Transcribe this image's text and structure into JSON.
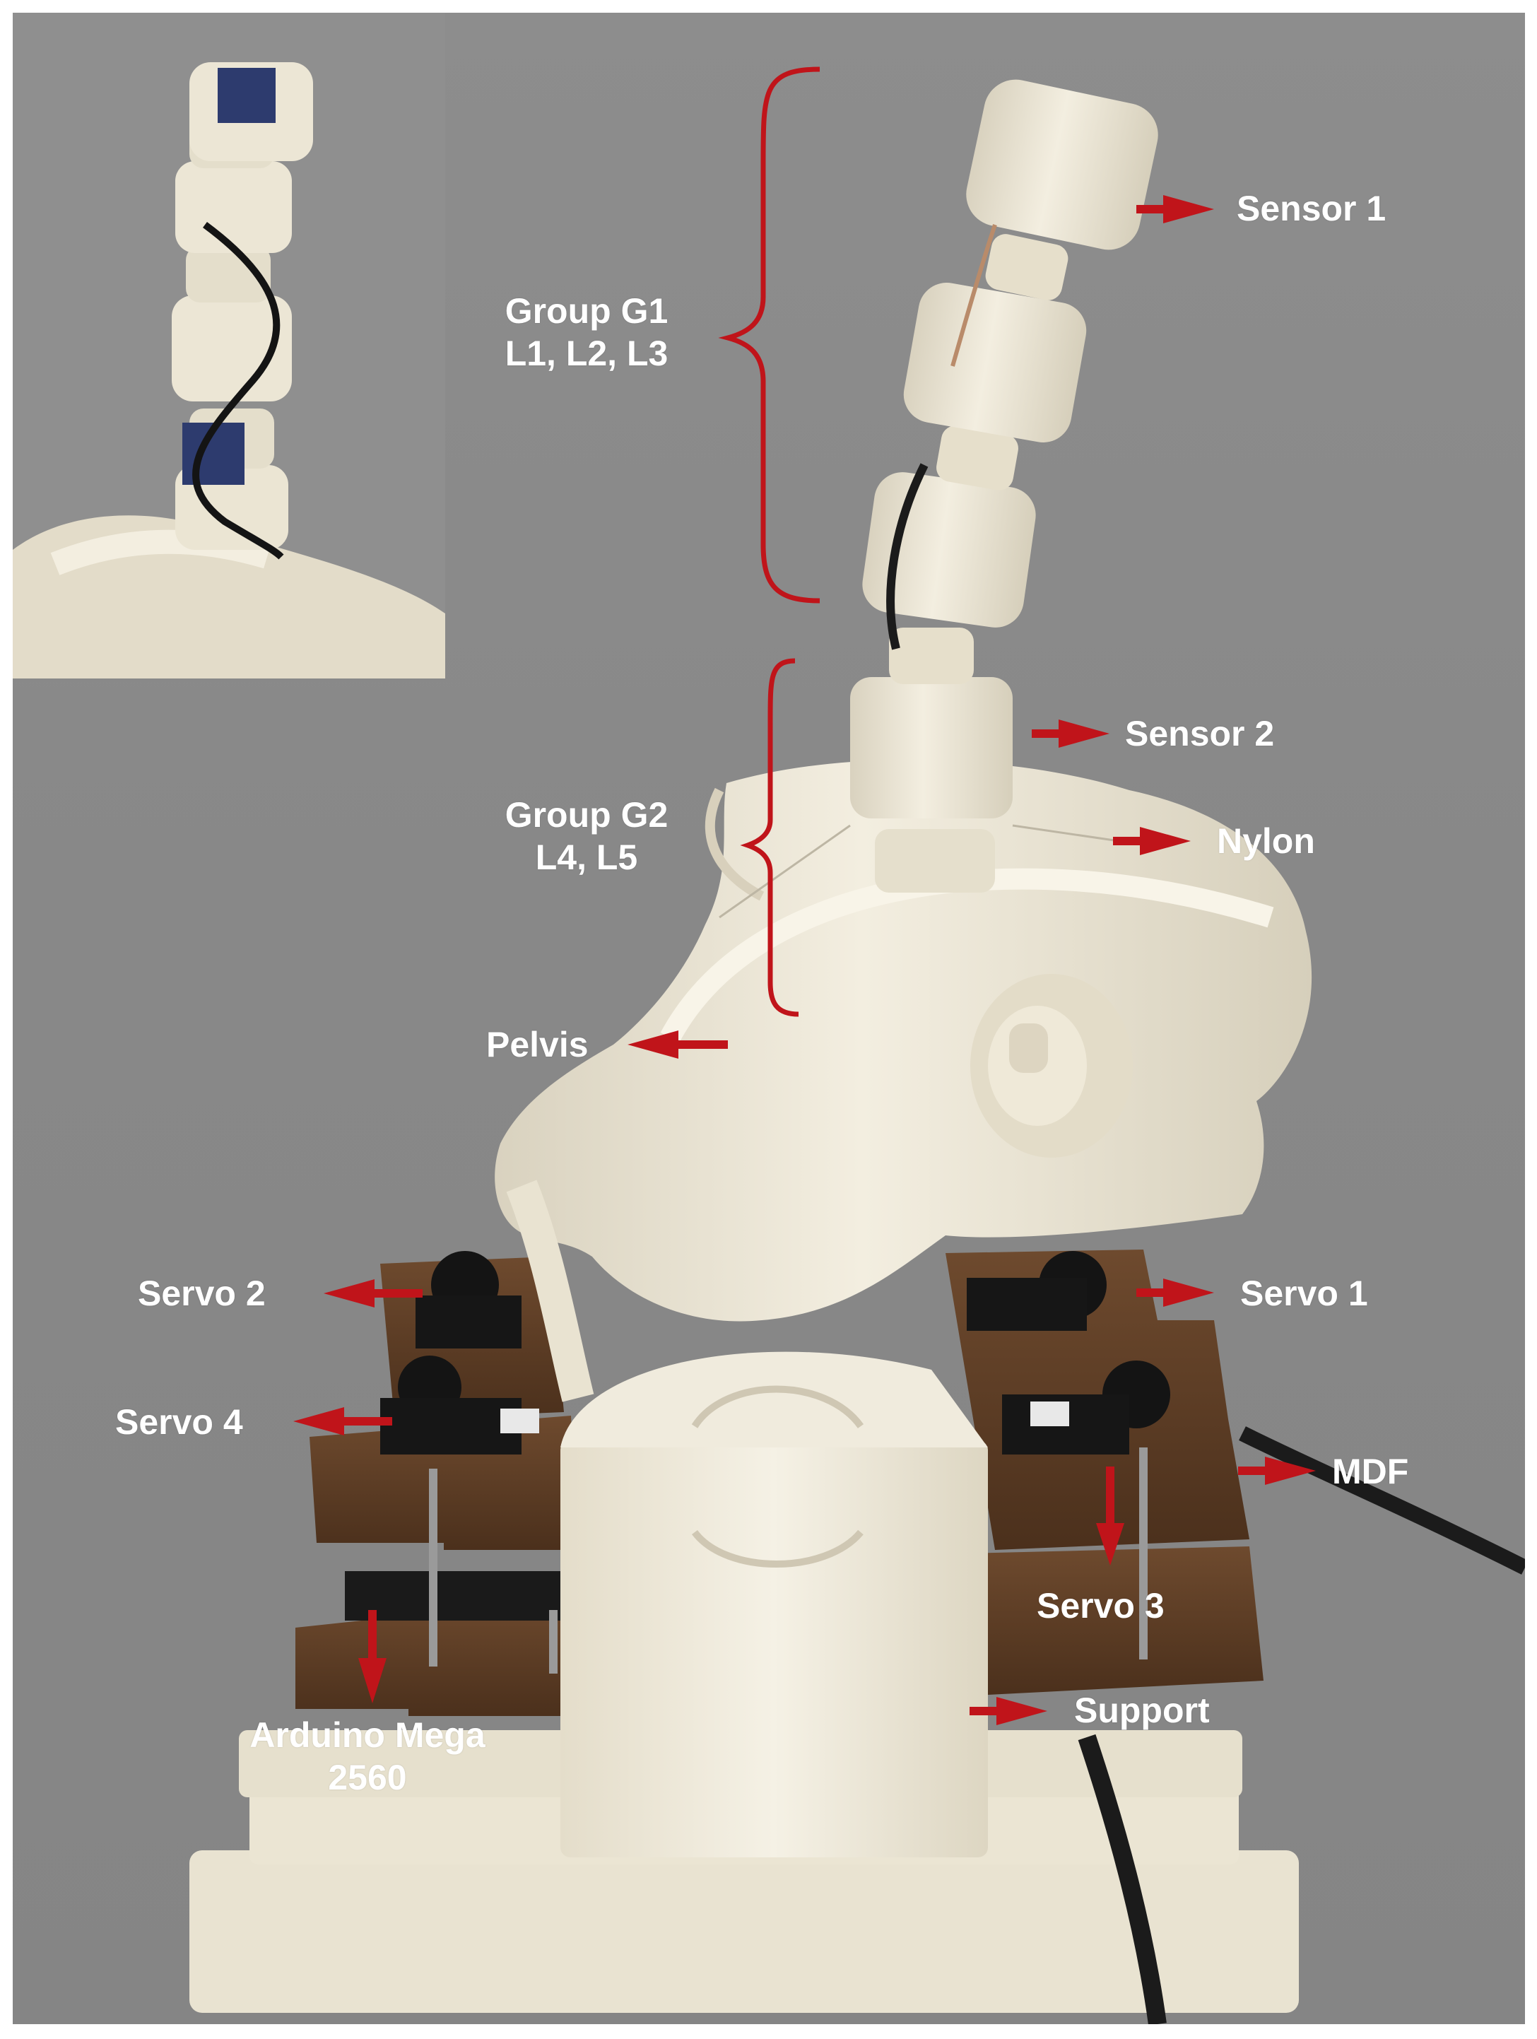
{
  "colors": {
    "annotation": "#c0141a",
    "label_text": "#ffffff",
    "background": "#888888",
    "printed_part": "#efe9d8"
  },
  "labels": {
    "sensor_1": "Sensor 1",
    "sensor_2": "Sensor 2",
    "nylon": "Nylon",
    "group_g1": [
      "Group G1",
      "L1, L2, L3"
    ],
    "group_g2": [
      "Group G2",
      "L4, L5"
    ],
    "pelvis": "Pelvis",
    "servo_1": "Servo 1",
    "servo_2": "Servo 2",
    "servo_3": "Servo 3",
    "servo_4": "Servo 4",
    "mdf": "MDF",
    "support": "Support",
    "arduino": [
      "Arduino Mega",
      "2560"
    ]
  }
}
